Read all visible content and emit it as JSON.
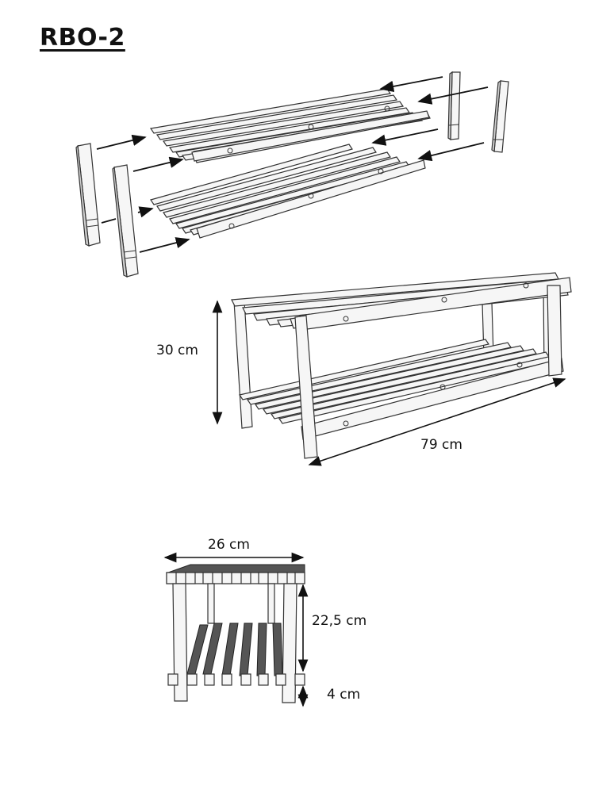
{
  "title": "RBO-2",
  "exploded_view": {
    "parts": [
      {
        "name": "leg",
        "count": 4
      },
      {
        "name": "slatted-shelf",
        "count": 2
      }
    ]
  },
  "assembled_view": {
    "height_label": "30 cm",
    "length_label": "79 cm"
  },
  "side_view": {
    "width_label": "26 cm",
    "shelf_gap_label": "22,5 cm",
    "foot_height_label": "4 cm"
  },
  "colors": {
    "line": "#111111",
    "face": "#f6f6f6",
    "side": "#cfcfcf",
    "slat_dark": "#555555"
  }
}
